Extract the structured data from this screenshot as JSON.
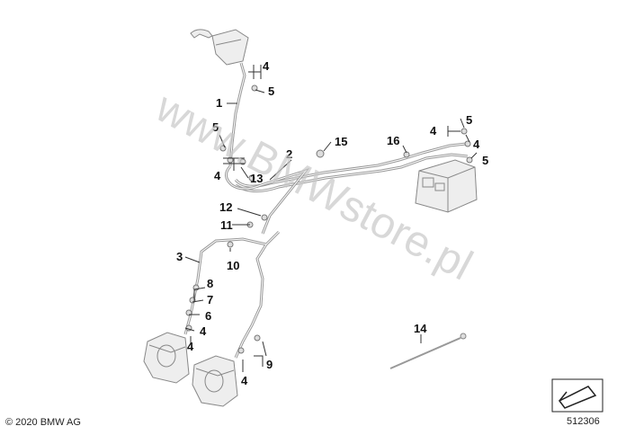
{
  "diagram": {
    "watermark": "www.BMWstore.pl",
    "copyright": "© 2020 BMW AG",
    "diagram_number": "512306",
    "callouts": [
      "1",
      "2",
      "3",
      "4",
      "5",
      "6",
      "7",
      "8",
      "9",
      "10",
      "11",
      "12",
      "13",
      "14",
      "15",
      "16"
    ]
  },
  "colors": {
    "line": "#444444",
    "part_fill": "#eeeeee",
    "part_stroke": "#888888",
    "watermark": "#c8c8c8"
  }
}
